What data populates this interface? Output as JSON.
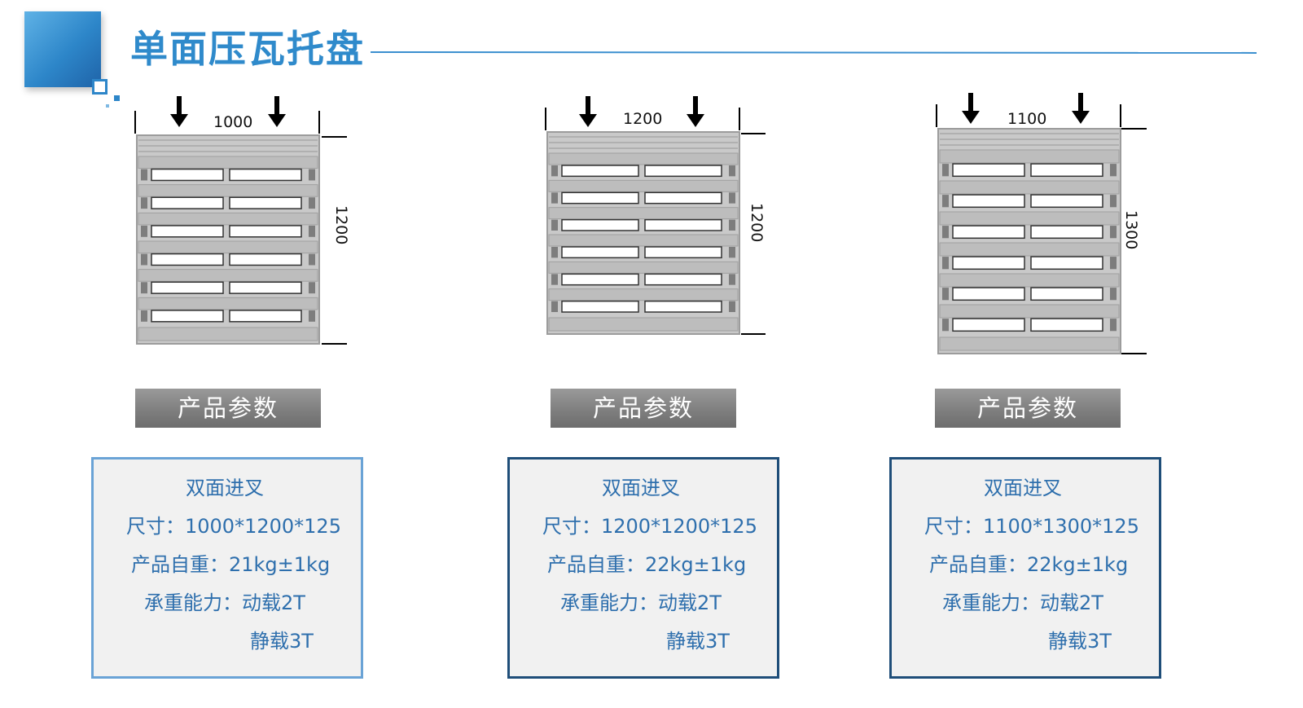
{
  "title": "单面压瓦托盘",
  "products": [
    {
      "width_label": "1000",
      "length_label": "1200",
      "param_button": "产品参数",
      "spec_heading": "双面进叉",
      "size": "尺寸：1000*1200*125",
      "weight": "产品自重：21kg±1kg",
      "capacity": "承重能力：动载2T",
      "static_load": "静载3T"
    },
    {
      "width_label": "1200",
      "length_label": "1200",
      "param_button": "产品参数",
      "spec_heading": "双面进叉",
      "size": "尺寸：1200*1200*125",
      "weight": "产品自重：22kg±1kg",
      "capacity": "承重能力：动载2T",
      "static_load": "静载3T"
    },
    {
      "width_label": "1100",
      "length_label": "1300",
      "param_button": "产品参数",
      "spec_heading": "双面进叉",
      "size": "尺寸：1100*1300*125",
      "weight": "产品自重：22kg±1kg",
      "capacity": "承重能力：动载2T",
      "static_load": "静载3T"
    }
  ],
  "colors": {
    "accent": "#2f8acb",
    "spec_text": "#2e6fad",
    "box_border_dark": "#1f4e79",
    "box_border_light": "#6aa3d6",
    "button_gray": "#7f7f7f"
  }
}
